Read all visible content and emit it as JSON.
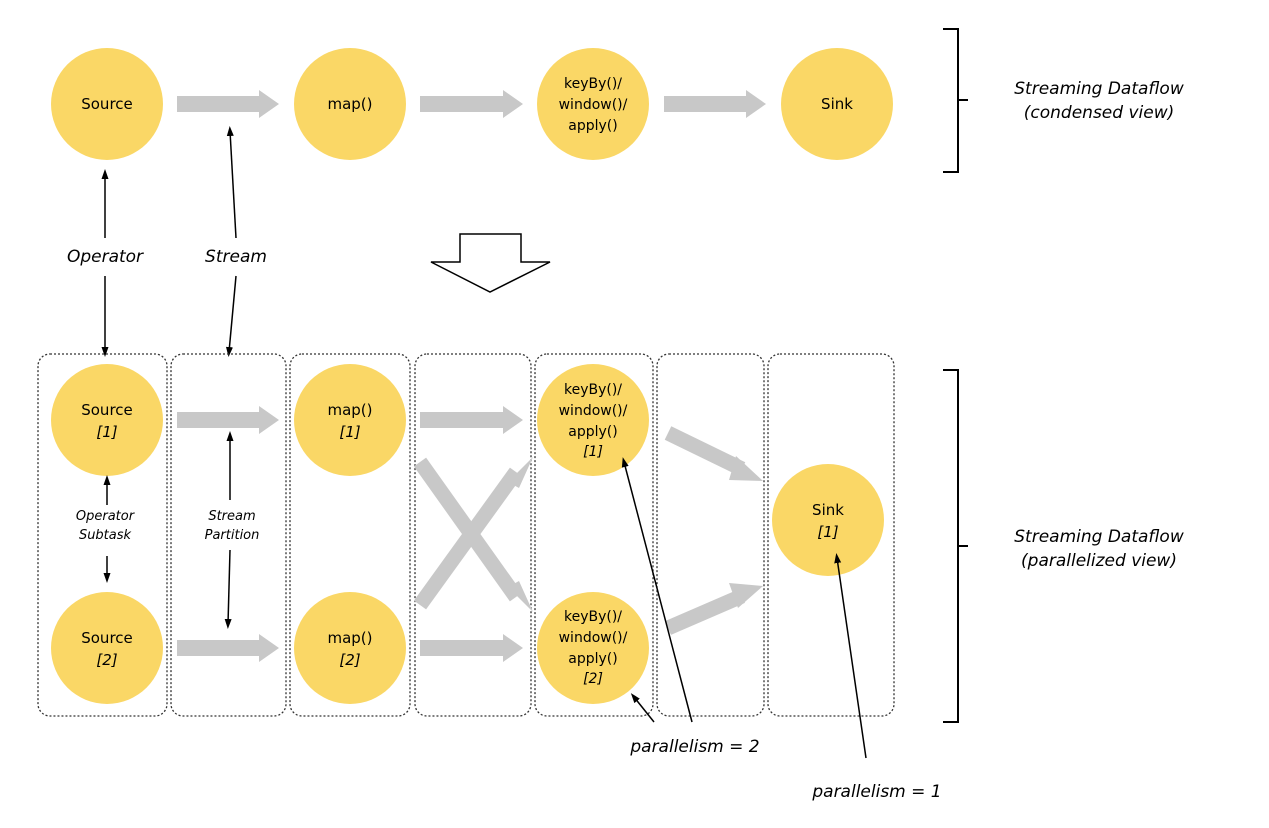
{
  "condensed": {
    "nodes": {
      "source": "Source",
      "map": "map()",
      "keyby": [
        "keyBy()/",
        "window()/",
        "apply()"
      ],
      "sink": "Sink"
    },
    "label": [
      "Streaming Dataflow",
      "(condensed view)"
    ]
  },
  "annotations": {
    "operator": "Operator",
    "stream": "Stream",
    "operator_subtask": [
      "Operator",
      "Subtask"
    ],
    "stream_partition": [
      "Stream",
      "Partition"
    ],
    "parallelism_2": "parallelism = 2",
    "parallelism_1": "parallelism = 1"
  },
  "parallel": {
    "source1": {
      "name": "Source",
      "index": "[1]"
    },
    "source2": {
      "name": "Source",
      "index": "[2]"
    },
    "map1": {
      "name": "map()",
      "index": "[1]"
    },
    "map2": {
      "name": "map()",
      "index": "[2]"
    },
    "keyby1": {
      "lines": [
        "keyBy()/",
        "window()/",
        "apply()"
      ],
      "index": "[1]"
    },
    "keyby2": {
      "lines": [
        "keyBy()/",
        "window()/",
        "apply()"
      ],
      "index": "[2]"
    },
    "sink1": {
      "name": "Sink",
      "index": "[1]"
    },
    "label": [
      "Streaming Dataflow",
      "(parallelized view)"
    ]
  },
  "colors": {
    "node_fill": "#FAD766",
    "stream_arrow": "#C8C8C8",
    "line": "#000000"
  }
}
